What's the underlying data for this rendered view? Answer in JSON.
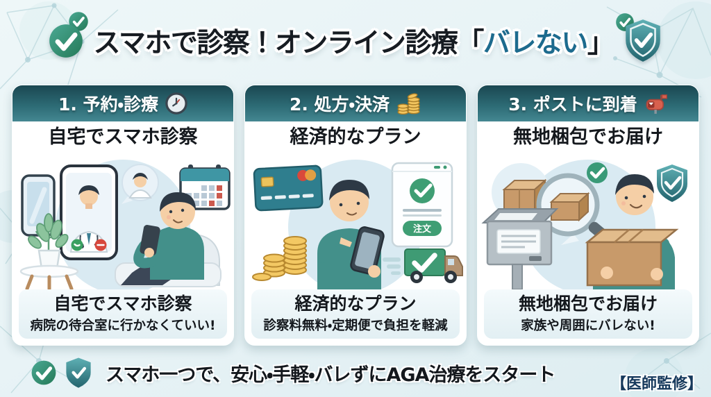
{
  "title": {
    "prefix": "スマホで診察！オンライン診療",
    "bracket_open": "「",
    "highlight": "バレない",
    "bracket_close": "」"
  },
  "cards": [
    {
      "number_label": "1. 予約・診療",
      "header_icon": "clock-icon",
      "heading": "自宅でスマホ診察",
      "caption_title": "自宅でスマホ診察",
      "caption_sub": "病院の待合室に行かなくていい!"
    },
    {
      "number_label": "2. 処方・決済",
      "header_icon": "coins-icon",
      "heading": "経済的なプラン",
      "order_label": "注文",
      "caption_title": "経済的なプラン",
      "caption_sub": "診察料無料・定期便で負担を軽減"
    },
    {
      "number_label": "3. ポストに到着",
      "header_icon": "mailbox-icon",
      "heading": "無地梱包でお届け",
      "caption_title": "無地梱包でお届け",
      "caption_sub": "家族や周囲にバレない!"
    }
  ],
  "footer": {
    "text": "スマホ一つで、安心・手軽・バレずにAGA治療をスタート",
    "supervision": "【医師監修】"
  },
  "colors": {
    "header_gradient_top": "#1a4751",
    "header_gradient_bottom": "#448791",
    "title_highlight_blue": "#1d6b8e",
    "check_green_gradient": [
      "#4aa893",
      "#257a58"
    ],
    "shield_teal_gradient": [
      "#5fb0b4",
      "#23646e"
    ],
    "supervision_navy": "#16395c",
    "background_light_blue": "#e8f3f6",
    "mailbox_red": "#d8604e",
    "coin_gold": "#f2c55f"
  }
}
